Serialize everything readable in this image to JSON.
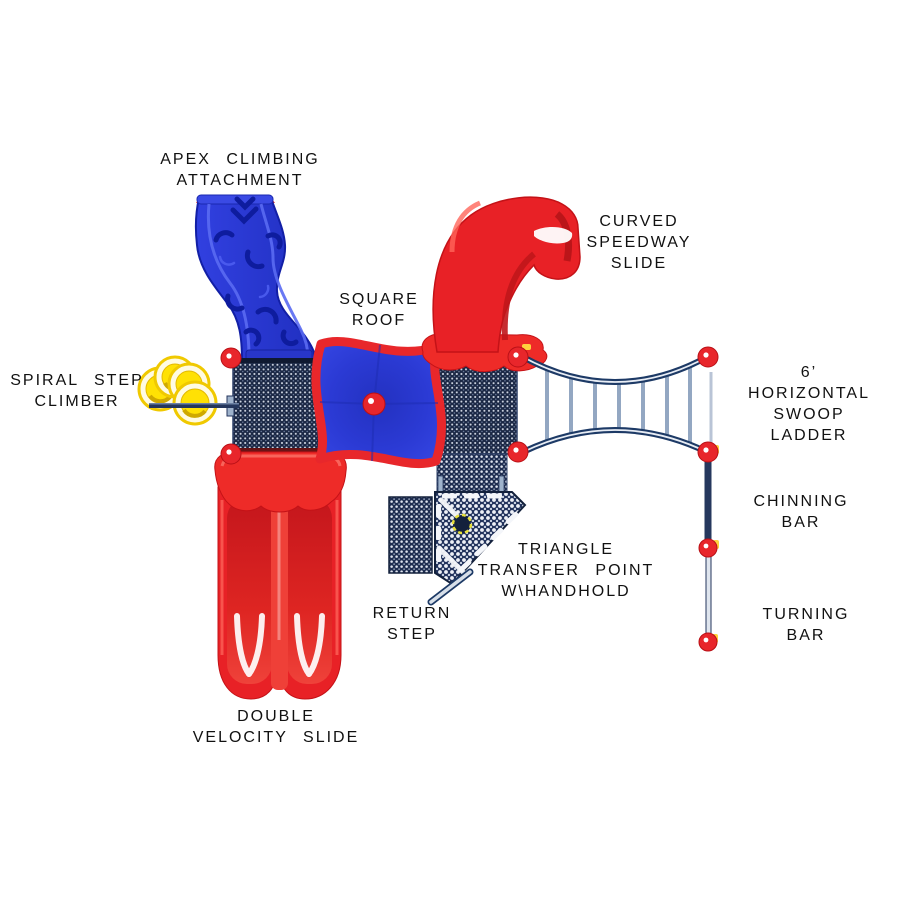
{
  "diagram": {
    "type": "playground-equipment-top-view",
    "labels": {
      "apex": "APEX CLIMBING\nATTACHMENT",
      "curved": "CURVED\nSPEEDWAY\nSLIDE",
      "square_roof": "SQUARE\nROOF",
      "spiral": "SPIRAL STEP\nCLIMBER",
      "swoop": "6’ HORIZONTAL\nSWOOP LADDER",
      "chinning": "CHINNING BAR",
      "triangle": "TRIANGLE\nTRANSFER POINT\nW\\HANDHOLD",
      "return_step": "RETURN\nSTEP",
      "turning": "TURNING BAR",
      "double_slide": "DOUBLE\nVELOCITY SLIDE"
    },
    "colors": {
      "background": "#ffffff",
      "text": "#111111",
      "red": "#e82126",
      "blue": "#2b3ad6",
      "navy_deck": "#1a2744",
      "yellow": "#ffe104",
      "rail_navy": "#1d3a66",
      "steel": "#9fb3cc"
    }
  }
}
